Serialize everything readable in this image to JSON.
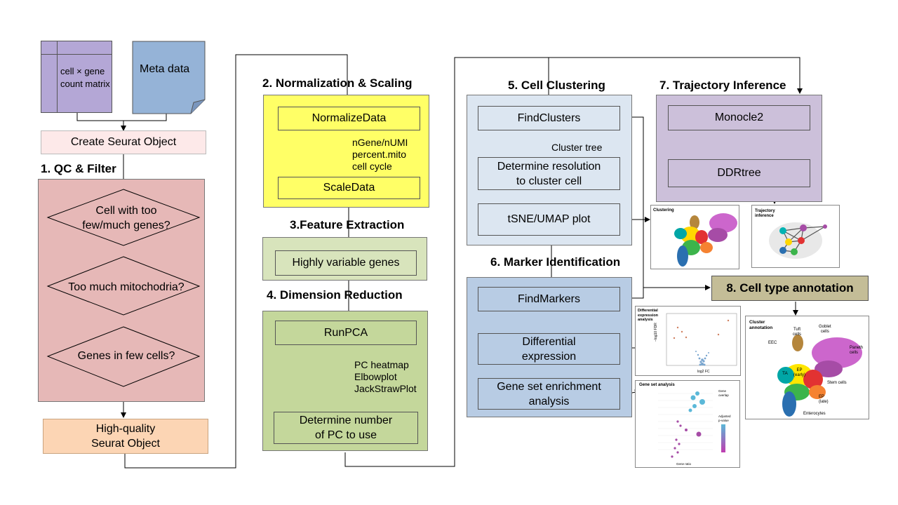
{
  "inputs": {
    "matrix_line1": "cell × gene",
    "matrix_line2": "count matrix",
    "metadata": "Meta data"
  },
  "create_seurat": "Create Seurat Object",
  "qc": {
    "title": "1. QC & Filter",
    "q1_line1": "Cell with  too",
    "q1_line2": "few/much genes?",
    "q2": "Too much mitochodria?",
    "q3": "Genes in  few cells?"
  },
  "hq": {
    "line1": "High-quality",
    "line2": "Seurat Object"
  },
  "norm": {
    "title": "2. Normalization & Scaling",
    "normalize": "NormalizeData",
    "notes": [
      "nGene/nUMI",
      "percent.mito",
      "cell cycle"
    ],
    "scale": "ScaleData"
  },
  "feature": {
    "title": "3.Feature Extraction",
    "hvg": "Highly variable genes"
  },
  "dimred": {
    "title": "4. Dimension Reduction",
    "runpca": "RunPCA",
    "notes": [
      "PC heatmap",
      "Elbowplot",
      "JackStrawPlot"
    ],
    "determine_line1": "Determine number",
    "determine_line2": "of PC to use"
  },
  "cluster": {
    "title": "5. Cell Clustering",
    "findclusters": "FindClusters",
    "cluster_tree": "Cluster tree",
    "resolution_line1": "Determine resolution",
    "resolution_line2": "to cluster cell",
    "tsne": "tSNE/UMAP plot"
  },
  "marker": {
    "title": "6. Marker Identification",
    "findmarkers": "FindMarkers",
    "diff_line1": "Differential",
    "diff_line2": "expression",
    "gsea_line1": "Gene set enrichment",
    "gsea_line2": "analysis"
  },
  "trajectory": {
    "title": "7. Trajectory  Inference",
    "monocle": "Monocle2",
    "ddrtree": "DDRtree"
  },
  "annotation": {
    "title": "8. Cell type annotation"
  },
  "thumbs": {
    "clustering": "Clustering",
    "trajectory_line1": "Trajectory",
    "trajectory_line2": "inference",
    "de_line1": "Differential",
    "de_line2": "expression",
    "de_line3": "analysis",
    "de_xlabel": "log2 FC",
    "de_ylabel": "−log10 FDR",
    "gs_title": "Gene set analysis",
    "gs_xlabel": "Gene ratio",
    "gs_legend1": "Gene",
    "gs_legend2": "overlap",
    "gs_legend3": "Adjusted",
    "gs_legend4": "p-value",
    "ca_line1": "Cluster",
    "ca_line2": "annotation",
    "ca_tuft_1": "Tuft",
    "ca_tuft_2": "cells",
    "ca_goblet_1": "Goblet",
    "ca_goblet_2": "cells",
    "ca_eec": "EEC",
    "ca_paneth_1": "Paneth",
    "ca_paneth_2": "cells",
    "ca_ta": "TA",
    "ca_ep_early_1": "EP",
    "ca_ep_early_2": "(early)",
    "ca_stem": "Stem cells",
    "ca_ep_late_1": "EP",
    "ca_ep_late_2": "(late)",
    "ca_enterocytes": "Enterocytes"
  },
  "colors": {
    "purple": "#b4a7d6",
    "blue": "#95b3d7",
    "pink_light": "#fde9e9",
    "qc_bg": "#e6b8b7",
    "orange": "#fcd5b4",
    "yellow": "#ffff66",
    "green": "#c4d79b",
    "green_light": "#d8e4bc",
    "steel_light": "#dce6f1",
    "steel": "#b8cce4",
    "lavender": "#ccc0da",
    "khaki": "#c4bd97"
  }
}
